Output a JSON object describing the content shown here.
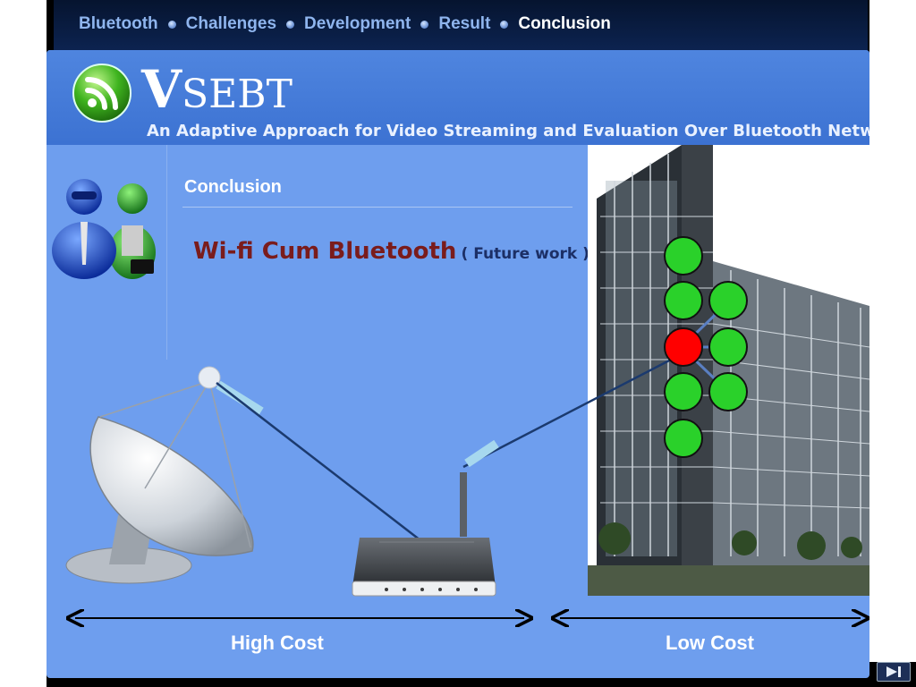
{
  "nav": {
    "items": [
      {
        "label": "Bluetooth"
      },
      {
        "label": "Challenges"
      },
      {
        "label": "Development"
      },
      {
        "label": "Result"
      },
      {
        "label": "Conclusion"
      }
    ],
    "active": "Conclusion"
  },
  "header": {
    "title_initial": "V",
    "title_rest": "SEBT",
    "subtitle": "An Adaptive Approach for Video Streaming and Evaluation Over Bluetooth Network."
  },
  "content": {
    "section_title": "Conclusion",
    "heading": "Wi-fi Cum Bluetooth",
    "heading_note": "( Future work )"
  },
  "diagram": {
    "left_label": "High Cost",
    "right_label": "Low Cost",
    "node_states": [
      "green",
      "green",
      "green",
      "red",
      "green",
      "green",
      "green",
      "green"
    ]
  },
  "colors": {
    "accent": "#6e9eee",
    "heading": "#7a1c1c",
    "node_green": "#2ad12a",
    "node_red": "#ff0000"
  }
}
